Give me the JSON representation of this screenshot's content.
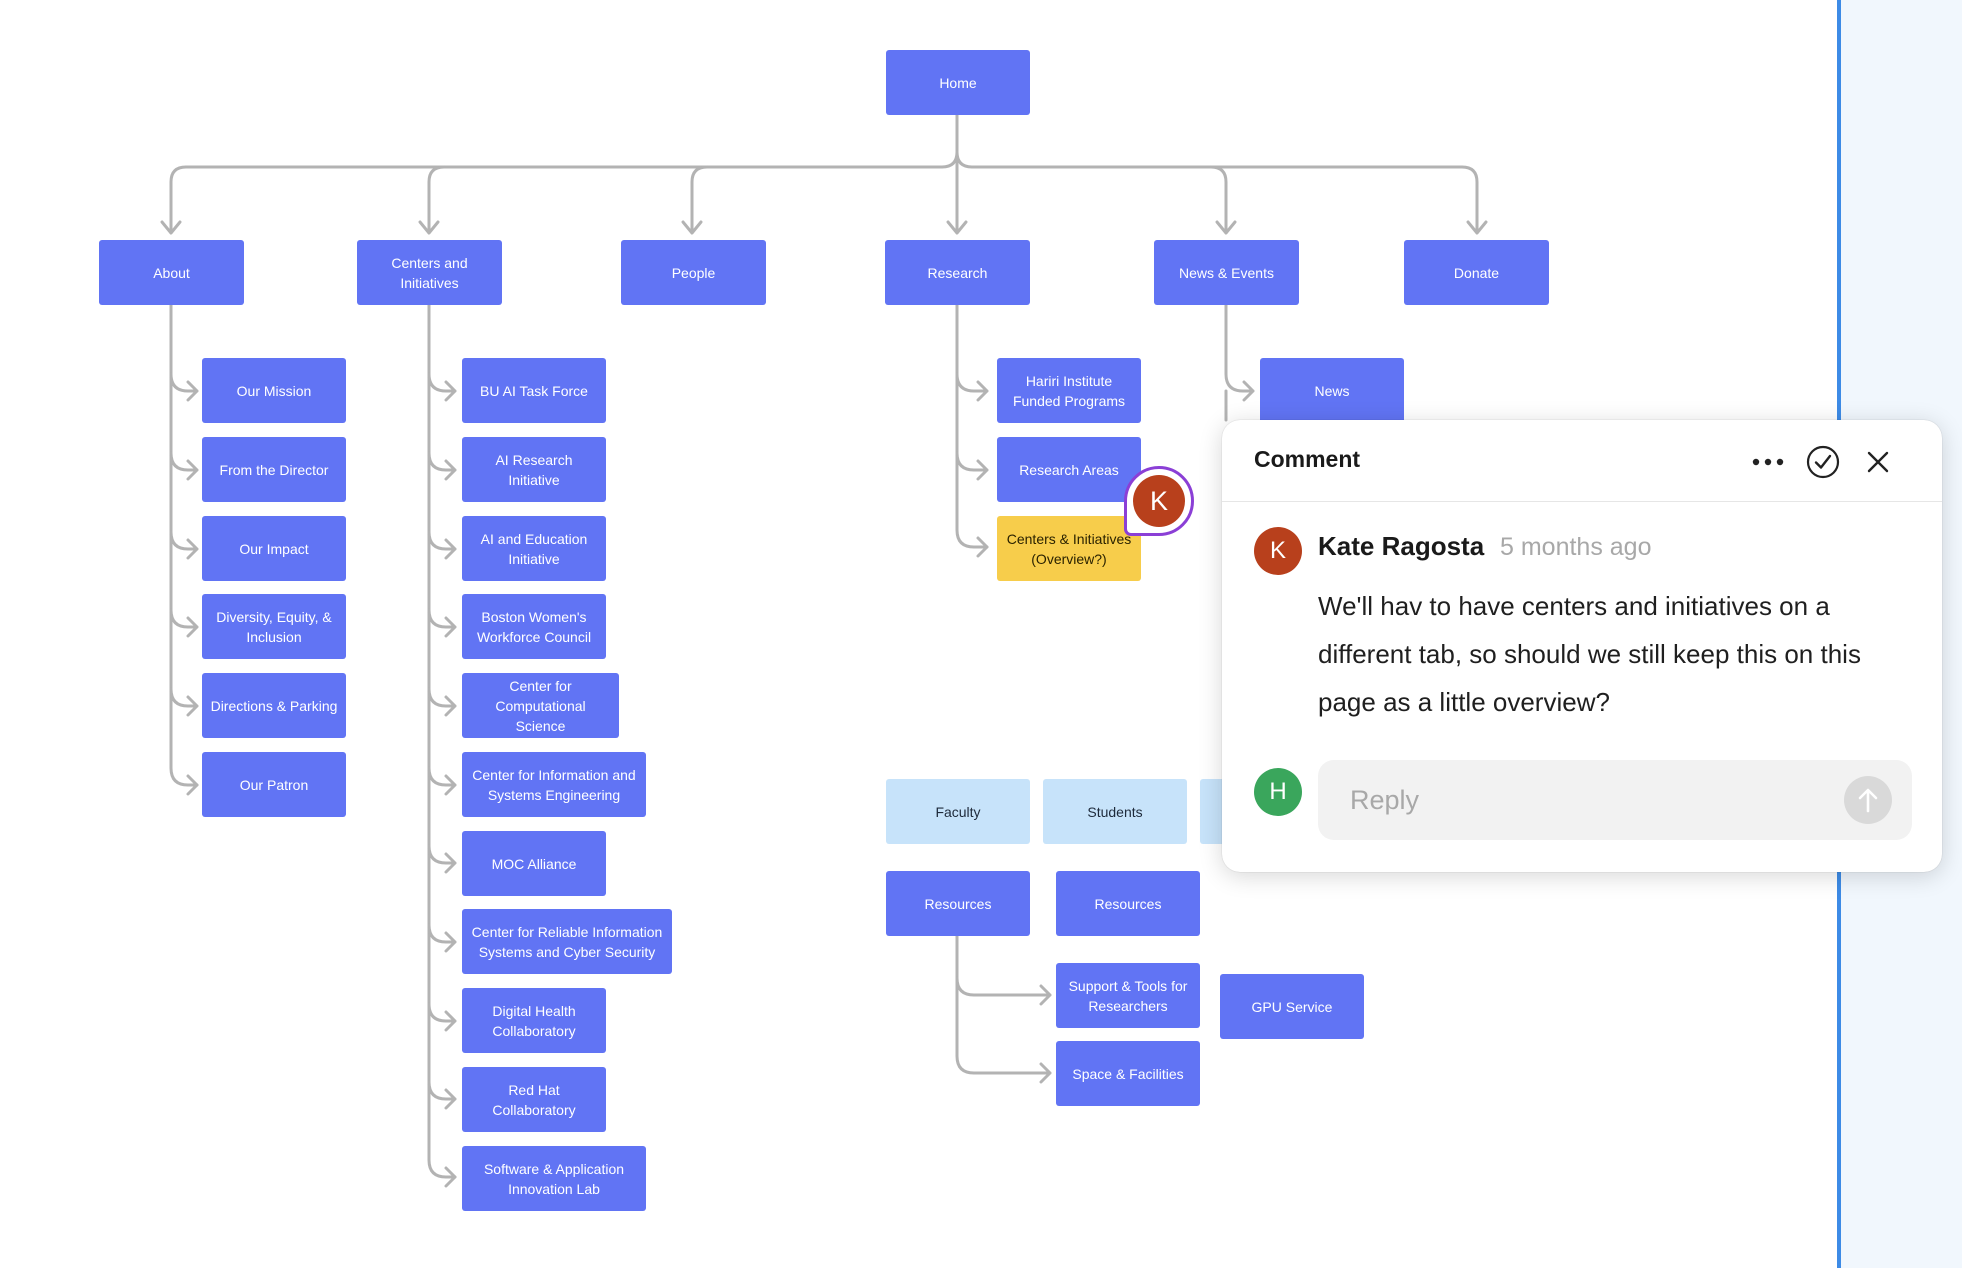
{
  "sitemap": {
    "home": "Home",
    "sections": {
      "about": "About",
      "centers": "Centers and Initiatives",
      "people": "People",
      "research": "Research",
      "news_events": "News & Events",
      "donate": "Donate"
    },
    "about_children": [
      "Our Mission",
      "From the Director",
      "Our Impact",
      "Diversity, Equity, & Inclusion",
      "Directions & Parking",
      "Our Patron"
    ],
    "centers_children": [
      "BU AI Task Force",
      "AI Research Initiative",
      "AI and Education Initiative",
      "Boston Women's Workforce Council",
      "Center for Computational Science",
      "Center for Information and Systems Engineering",
      "MOC Alliance",
      "Center for Reliable Information Systems and Cyber Security",
      "Digital Health Collaboratory",
      "Red Hat Collaboratory",
      "Software & Application Innovation Lab"
    ],
    "research_children": [
      "Hariri Institute Funded Programs",
      "Research Areas",
      "Centers & Initiatives (Overview?)"
    ],
    "news_children": [
      "News"
    ],
    "audiences": [
      "Faculty",
      "Students"
    ],
    "resources": [
      "Resources",
      "Resources"
    ],
    "resource_children": [
      "Support & Tools for Researchers",
      "Space & Facilities"
    ],
    "gpu_service": "GPU Service"
  },
  "cursor_avatar": {
    "initial": "K",
    "color": "#b8401c",
    "ring_color": "#8b3fd6"
  },
  "comment": {
    "title": "Comment",
    "author": "Kate Ragosta",
    "author_initial": "K",
    "author_color": "#b8401c",
    "time": "5 months ago",
    "body": "We'll hav to have centers and initiatives on a different tab, so should we still keep this on this page as a little overview?",
    "reply_placeholder": "Reply",
    "current_user_initial": "H",
    "current_user_color": "#3aa65c",
    "icons": [
      "more-icon",
      "check-icon",
      "close-icon",
      "send-arrow-icon"
    ]
  },
  "colors": {
    "node_blue": "#6174f4",
    "node_light": "#c7e3fa",
    "node_yellow": "#f7cd4b",
    "connector": "#b3b3b3",
    "panel_accent": "#3d8be6"
  }
}
